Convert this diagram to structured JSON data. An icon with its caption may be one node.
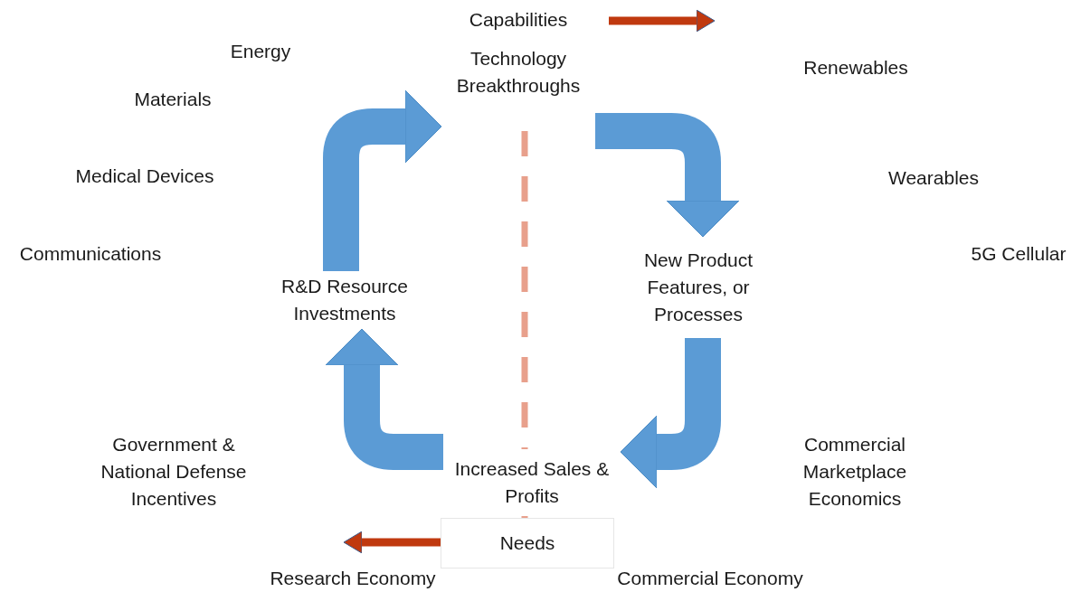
{
  "diagram": {
    "nodes": [
      {
        "text": [
          "Technology Breakthroughs"
        ]
      },
      {
        "text": [
          "New Product Features, or Processes"
        ]
      },
      {
        "text": [
          "Increased Sales & Profits"
        ]
      },
      {
        "text": [
          "R&D Resource Investments"
        ]
      }
    ],
    "edges": [
      {
        "from": 0,
        "to": 1,
        "arrow": "to"
      },
      {
        "from": 1,
        "to": 2,
        "arrow": "to"
      },
      {
        "from": 2,
        "to": 3,
        "arrow": "to"
      },
      {
        "from": 3,
        "to": 0,
        "arrow": "to"
      }
    ],
    "labels": [
      "Capabilities",
      "Energy",
      "Renewables",
      "Materials",
      "Medical Devices",
      "Wearables",
      "Communications",
      "5G Cellular",
      "Government & National Defense Incentives",
      "Commercial Marketplace Economics",
      "Needs",
      "Research Economy",
      "Commercial Economy"
    ]
  }
}
